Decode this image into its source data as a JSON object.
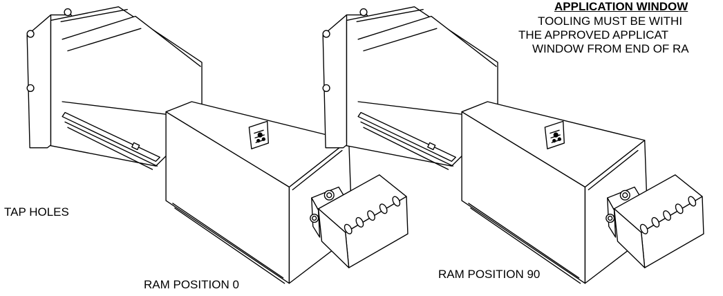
{
  "labels": {
    "tap_holes": "TAP HOLES",
    "ram_position_left": "RAM POSITION 0",
    "ram_position_right": "RAM POSITION 90"
  },
  "application_window": {
    "title": "APPLICATION WINDOW",
    "lines": [
      "TOOLING MUST BE WITHI",
      "THE APPROVED APPLICAT",
      "WINDOW FROM END OF RA"
    ]
  },
  "colors": {
    "stroke": "#000000",
    "background": "#ffffff"
  }
}
